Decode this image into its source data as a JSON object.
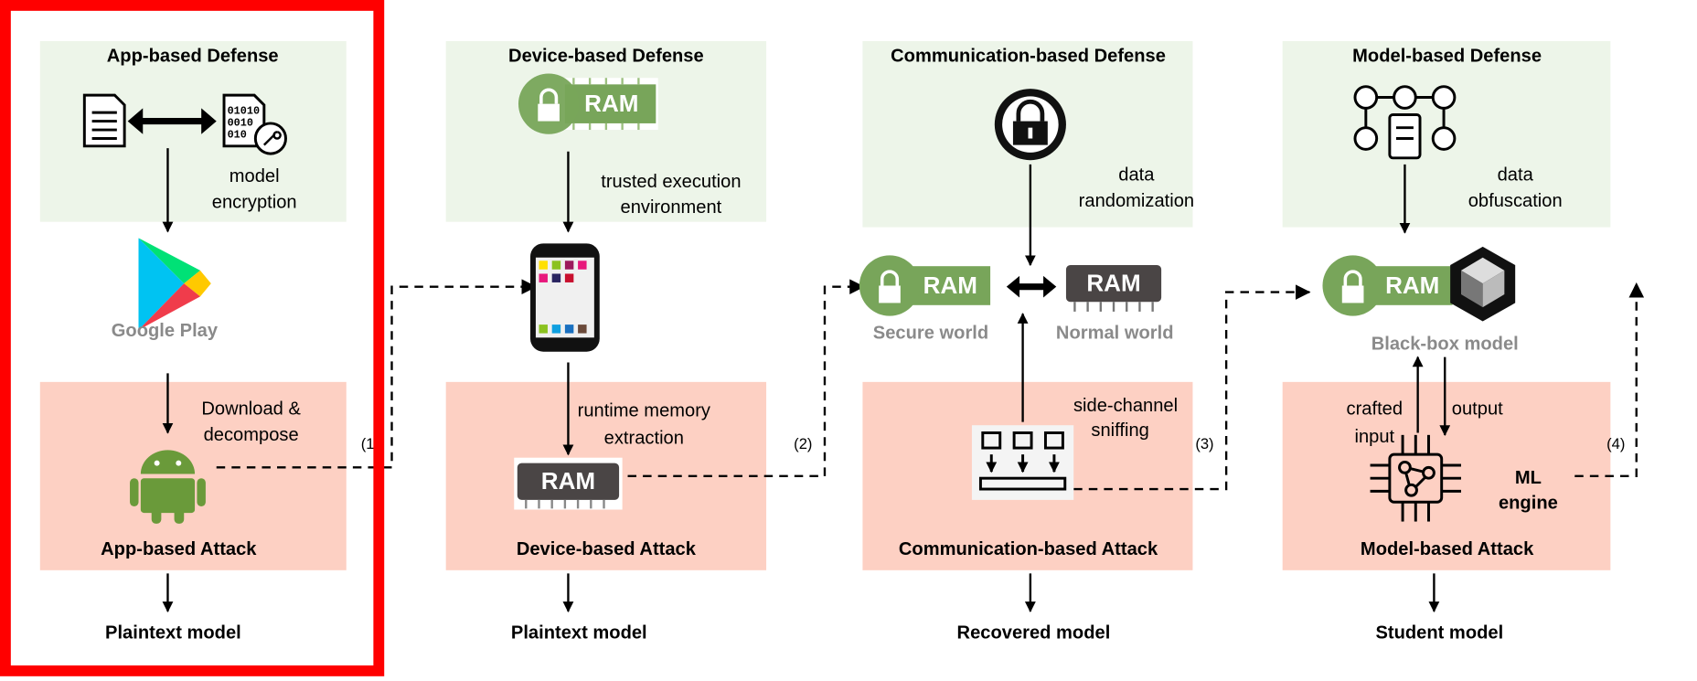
{
  "highlight_color": "#ff0000",
  "colors": {
    "defense_bg": "#edf5e9",
    "attack_bg": "#fdd0c3",
    "secure_green": "#78a55a"
  },
  "columns": [
    {
      "defense_title": "App-based Defense",
      "defense_label": [
        "model",
        "encryption"
      ],
      "middle_label": "Google Play",
      "attack_label": [
        "Download &",
        "decompose"
      ],
      "attack_title": "App-based Attack",
      "result": "Plaintext model",
      "icons": [
        "document-icon",
        "encrypted-file-key-icon",
        "google-play-icon",
        "android-icon"
      ]
    },
    {
      "defense_title": "Device-based Defense",
      "defense_label": [
        "trusted execution",
        "environment"
      ],
      "attack_label": [
        "runtime memory",
        "extraction"
      ],
      "attack_title": "Device-based Attack",
      "result": "Plaintext model",
      "ram": "RAM",
      "icons": [
        "locked-ram-icon",
        "smartphone-icon",
        "ram-chip-icon"
      ]
    },
    {
      "defense_title": "Communication-based Defense",
      "defense_label": [
        "data",
        "randomization"
      ],
      "secure_label": "Secure world",
      "normal_label": "Normal world",
      "attack_label": [
        "side-channel",
        "sniffing"
      ],
      "attack_title": "Communication-based Attack",
      "result": "Recovered model",
      "ram": "RAM",
      "icons": [
        "lock-circle-icon",
        "locked-ram-icon",
        "ram-chip-icon",
        "sniffing-icon"
      ]
    },
    {
      "defense_title": "Model-based Defense",
      "defense_label": [
        "data",
        "obfuscation"
      ],
      "middle_label": "Black-box model",
      "input_label": [
        "crafted",
        "input"
      ],
      "output_label": "output",
      "engine_label": [
        "ML",
        "engine"
      ],
      "attack_title": "Model-based Attack",
      "result": "Student model",
      "ram": "RAM",
      "icons": [
        "flowchart-icon",
        "locked-ram-icon",
        "black-box-cube-icon",
        "ml-chip-icon"
      ]
    }
  ],
  "links": [
    "(1)",
    "(2)",
    "(3)",
    "(4)"
  ]
}
